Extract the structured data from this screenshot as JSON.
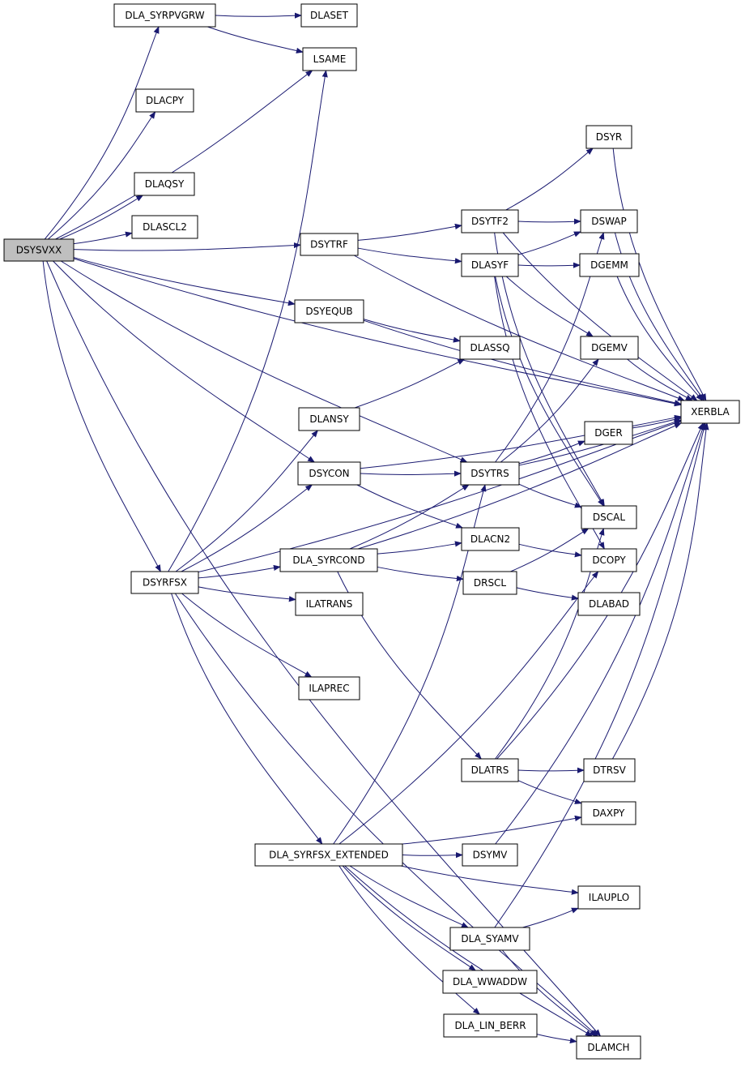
{
  "colors": {
    "edge": "#191970",
    "root_fill": "#bfbfbf",
    "node_fill": "#ffffff",
    "border": "#000000"
  },
  "nodes": {
    "dsysvxx": "DSYSVXX",
    "dla_syrpvgrw": "DLA_SYRPVGRW",
    "dlaset": "DLASET",
    "lsame": "LSAME",
    "dlacpy": "DLACPY",
    "dlaqsy": "DLAQSY",
    "dlascl2": "DLASCL2",
    "dsytrf": "DSYTRF",
    "dsyequb": "DSYEQUB",
    "dlansy": "DLANSY",
    "dsycon": "DSYCON",
    "dsyrfsx": "DSYRFSX",
    "dla_syrcond": "DLA_SYRCOND",
    "ilatrans": "ILATRANS",
    "ilaprec": "ILAPREC",
    "dla_syrfsx_extended": "DLA_SYRFSX_EXTENDED",
    "dsytf2": "DSYTF2",
    "dlasyf": "DLASYF",
    "dlassq": "DLASSQ",
    "dsytrs": "DSYTRS",
    "dlacn2": "DLACN2",
    "drscl": "DRSCL",
    "dlatrs": "DLATRS",
    "dsymv": "DSYMV",
    "dla_syamv": "DLA_SYAMV",
    "dla_wwaddw": "DLA_WWADDW",
    "dla_lin_berr": "DLA_LIN_BERR",
    "dsyr": "DSYR",
    "dswap": "DSWAP",
    "dgemm": "DGEMM",
    "dgemv": "DGEMV",
    "dger": "DGER",
    "dscal": "DSCAL",
    "dcopy": "DCOPY",
    "dlabad": "DLABAD",
    "dtrsv": "DTRSV",
    "daxpy": "DAXPY",
    "ilauplo": "ILAUPLO",
    "dlamch": "DLAMCH",
    "xerbla": "XERBLA"
  },
  "edges": [
    [
      "dsysvxx",
      "dla_syrpvgrw"
    ],
    [
      "dsysvxx",
      "lsame"
    ],
    [
      "dsysvxx",
      "dlacpy"
    ],
    [
      "dsysvxx",
      "dlaqsy"
    ],
    [
      "dsysvxx",
      "dlascl2"
    ],
    [
      "dsysvxx",
      "dsytrf"
    ],
    [
      "dsysvxx",
      "dsyequb"
    ],
    [
      "dsysvxx",
      "dsycon"
    ],
    [
      "dsysvxx",
      "dsytrs"
    ],
    [
      "dsysvxx",
      "dsyrfsx"
    ],
    [
      "dsysvxx",
      "xerbla"
    ],
    [
      "dsysvxx",
      "dlamch"
    ],
    [
      "dla_syrpvgrw",
      "dlaset"
    ],
    [
      "dla_syrpvgrw",
      "lsame"
    ],
    [
      "dsytrf",
      "dsytf2"
    ],
    [
      "dsytrf",
      "dlasyf"
    ],
    [
      "dsytrf",
      "xerbla"
    ],
    [
      "dsyequb",
      "dlassq"
    ],
    [
      "dsyequb",
      "xerbla"
    ],
    [
      "dlansy",
      "dlassq"
    ],
    [
      "dsycon",
      "dsytrs"
    ],
    [
      "dsycon",
      "dlacn2"
    ],
    [
      "dsycon",
      "xerbla"
    ],
    [
      "dsyrfsx",
      "lsame"
    ],
    [
      "dsyrfsx",
      "dlansy"
    ],
    [
      "dsyrfsx",
      "dsycon"
    ],
    [
      "dsyrfsx",
      "dla_syrcond"
    ],
    [
      "dsyrfsx",
      "ilatrans"
    ],
    [
      "dsyrfsx",
      "ilaprec"
    ],
    [
      "dsyrfsx",
      "dla_syrfsx_extended"
    ],
    [
      "dsyrfsx",
      "xerbla"
    ],
    [
      "dsyrfsx",
      "dlamch"
    ],
    [
      "dla_syrcond",
      "dsytrs"
    ],
    [
      "dla_syrcond",
      "dlacn2"
    ],
    [
      "dla_syrcond",
      "drscl"
    ],
    [
      "dla_syrcond",
      "dlatrs"
    ],
    [
      "dla_syrcond",
      "xerbla"
    ],
    [
      "dla_syrfsx_extended",
      "dsytrs"
    ],
    [
      "dla_syrfsx_extended",
      "dcopy"
    ],
    [
      "dla_syrfsx_extended",
      "daxpy"
    ],
    [
      "dla_syrfsx_extended",
      "dsymv"
    ],
    [
      "dla_syrfsx_extended",
      "ilauplo"
    ],
    [
      "dla_syrfsx_extended",
      "dla_syamv"
    ],
    [
      "dla_syrfsx_extended",
      "dla_wwaddw"
    ],
    [
      "dla_syrfsx_extended",
      "dla_lin_berr"
    ],
    [
      "dla_syrfsx_extended",
      "dlamch"
    ],
    [
      "dsytf2",
      "dsyr"
    ],
    [
      "dsytf2",
      "dswap"
    ],
    [
      "dsytf2",
      "dscal"
    ],
    [
      "dsytf2",
      "xerbla"
    ],
    [
      "dlasyf",
      "dswap"
    ],
    [
      "dlasyf",
      "dgemm"
    ],
    [
      "dlasyf",
      "dgemv"
    ],
    [
      "dlasyf",
      "dscal"
    ],
    [
      "dlasyf",
      "dcopy"
    ],
    [
      "dsytrs",
      "dswap"
    ],
    [
      "dsytrs",
      "dgemv"
    ],
    [
      "dsytrs",
      "dger"
    ],
    [
      "dsytrs",
      "dscal"
    ],
    [
      "dsytrs",
      "xerbla"
    ],
    [
      "dlacn2",
      "dcopy"
    ],
    [
      "drscl",
      "dscal"
    ],
    [
      "drscl",
      "dlabad"
    ],
    [
      "dlatrs",
      "dscal"
    ],
    [
      "dlatrs",
      "dtrsv"
    ],
    [
      "dlatrs",
      "daxpy"
    ],
    [
      "dlatrs",
      "xerbla"
    ],
    [
      "dsymv",
      "xerbla"
    ],
    [
      "dla_syamv",
      "ilauplo"
    ],
    [
      "dla_syamv",
      "xerbla"
    ],
    [
      "dla_syamv",
      "dlamch"
    ],
    [
      "dla_lin_berr",
      "dlamch"
    ],
    [
      "dsyr",
      "xerbla"
    ],
    [
      "dgemm",
      "xerbla"
    ],
    [
      "dgemv",
      "xerbla"
    ],
    [
      "dger",
      "xerbla"
    ],
    [
      "dtrsv",
      "xerbla"
    ],
    [
      "dswap",
      "xerbla"
    ]
  ]
}
